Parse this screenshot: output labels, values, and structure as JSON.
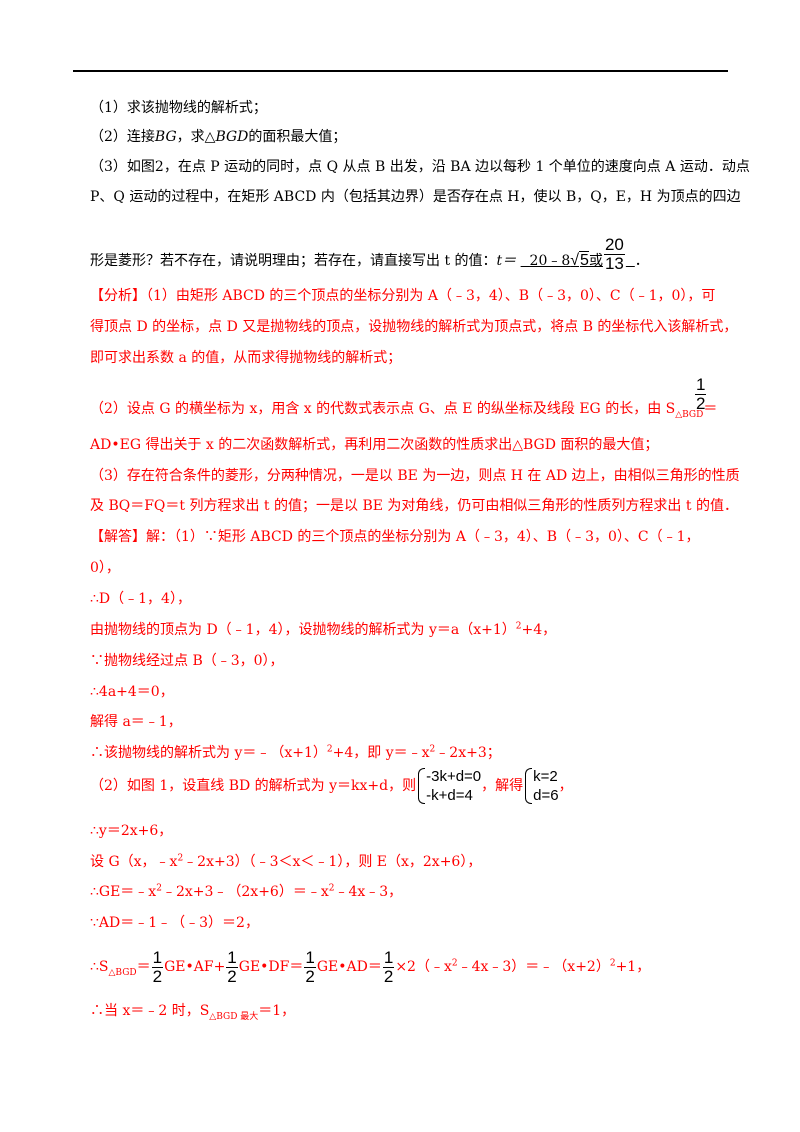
{
  "q1": "（1）求该抛物线的解析式；",
  "q2": {
    "a": "（2）连接",
    "b": "BG",
    "c": "，求△",
    "d": "BGD",
    "e": "的面积最大值；"
  },
  "q3": {
    "l1": "（3）如图2，在点 P 运动的同时，点 Q 从点 B 出发，沿 BA 边以每秒 1 个单位的速度向点 A 运动．动点",
    "l2": "P、Q 运动的过程中，在矩形 ABCD 内（包括其边界）是否存在点 H，使以 B，Q，E，H 为顶点的四边",
    "l3a": "形是菱形？若不存在，请说明理由；若存在，请直接写出 t 的值：",
    "l3b": "t＝",
    "ans_a": "20﹣8",
    "ans_sqrt": "5",
    "ans_or": "或",
    "ans_num": "20",
    "ans_den": "13",
    "ans_end": "．"
  },
  "analysis": {
    "l1a": "【分析】",
    "l1b": "（1）由矩形 ABCD 的三个顶点的坐标分别为 A（﹣3，4）、B（﹣3，0）、C（﹣1，0），可",
    "l2": "得顶点 D 的坐标，点 D 又是抛物线的顶点，设抛物线的解析式为顶点式，将点 B 的坐标代入该解析式，",
    "l3": "即可求出系数 a 的值，从而求得抛物线的解析式；",
    "l4a": "（2）设点 G 的横坐标为 x，用含 x 的代数式表示点 G、点 E 的纵坐标及线段 EG 的长，由 S",
    "l4sub": "△BGD",
    "l4b": "＝",
    "frac_num": "1",
    "frac_den": "2",
    "l5": "AD•EG 得出关于 x 的二次函数解析式，再利用二次函数的性质求出△BGD 面积的最大值；",
    "l6": "（3）存在符合条件的菱形，分两种情况，一是以 BE 为一边，则点 H 在 AD 边上，由相似三角形的性质",
    "l7": "及 BQ＝FQ＝t 列方程求出 t 的值；一是以 BE 为对角线，仍可由相似三角形的性质列方程求出 t 的值．"
  },
  "solution": {
    "l1a": "【解答】",
    "l1b": "解：（1）∵矩形 ABCD 的三个顶点的坐标分别为 A（﹣3，4）、B（﹣3，0）、C（﹣1，",
    "l2": "0），",
    "l3": "∴D（﹣1，4），",
    "l4a": "由抛物线的顶点为 D（﹣1，4），设抛物线的解析式为 y＝a（x+1）",
    "l4sup": "2",
    "l4b": "+4，",
    "l5": "∵抛物线经过点 B（﹣3，0），",
    "l6": "∴4a+4＝0，",
    "l7": "解得 a＝﹣1，",
    "l8a": "∴该抛物线的解析式为 y＝﹣（x+1）",
    "l8sup1": "2",
    "l8b": "+4，即 y＝﹣x",
    "l8sup2": "2",
    "l8c": "﹣2x+3；",
    "l9a": "（2）如图 1，设直线 BD 的解析式为 y＝kx+d，则",
    "sys1a": "-3k+d=0",
    "sys1b": "-k+d=4",
    "l9b": "，解得",
    "sys2a": "k=2",
    "sys2b": "d=6",
    "l9c": "，",
    "l10": "∴y＝2x+6，",
    "l11a": "设 G（x，﹣x",
    "l11sup": "2",
    "l11b": "﹣2x+3）（﹣3＜x＜﹣1），则 E（x，2x+6），",
    "l12a": "∴GE＝﹣x",
    "l12sup1": "2",
    "l12b": "﹣2x+3﹣（2x+6）＝﹣x",
    "l12sup2": "2",
    "l12c": "﹣4x﹣3，",
    "l13": "∵AD＝﹣1﹣（﹣3）＝2，",
    "l14a": "∴S",
    "l14sub": "△BGD",
    "l14eq": "＝",
    "l14t1": "GE•AF+",
    "l14t2": "GE•DF＝",
    "l14t3": "GE•AD＝",
    "l14t4": "×2（﹣x",
    "l14sup": "2",
    "l14t5": "﹣4x﹣3）＝﹣（x+2）",
    "l14sup2": "2",
    "l14t6": "+1，",
    "half_num": "1",
    "half_den": "2",
    "l15a": "∴当 x＝﹣2 时，S",
    "l15sub": "△BGD 最大",
    "l15b": "＝1，"
  }
}
